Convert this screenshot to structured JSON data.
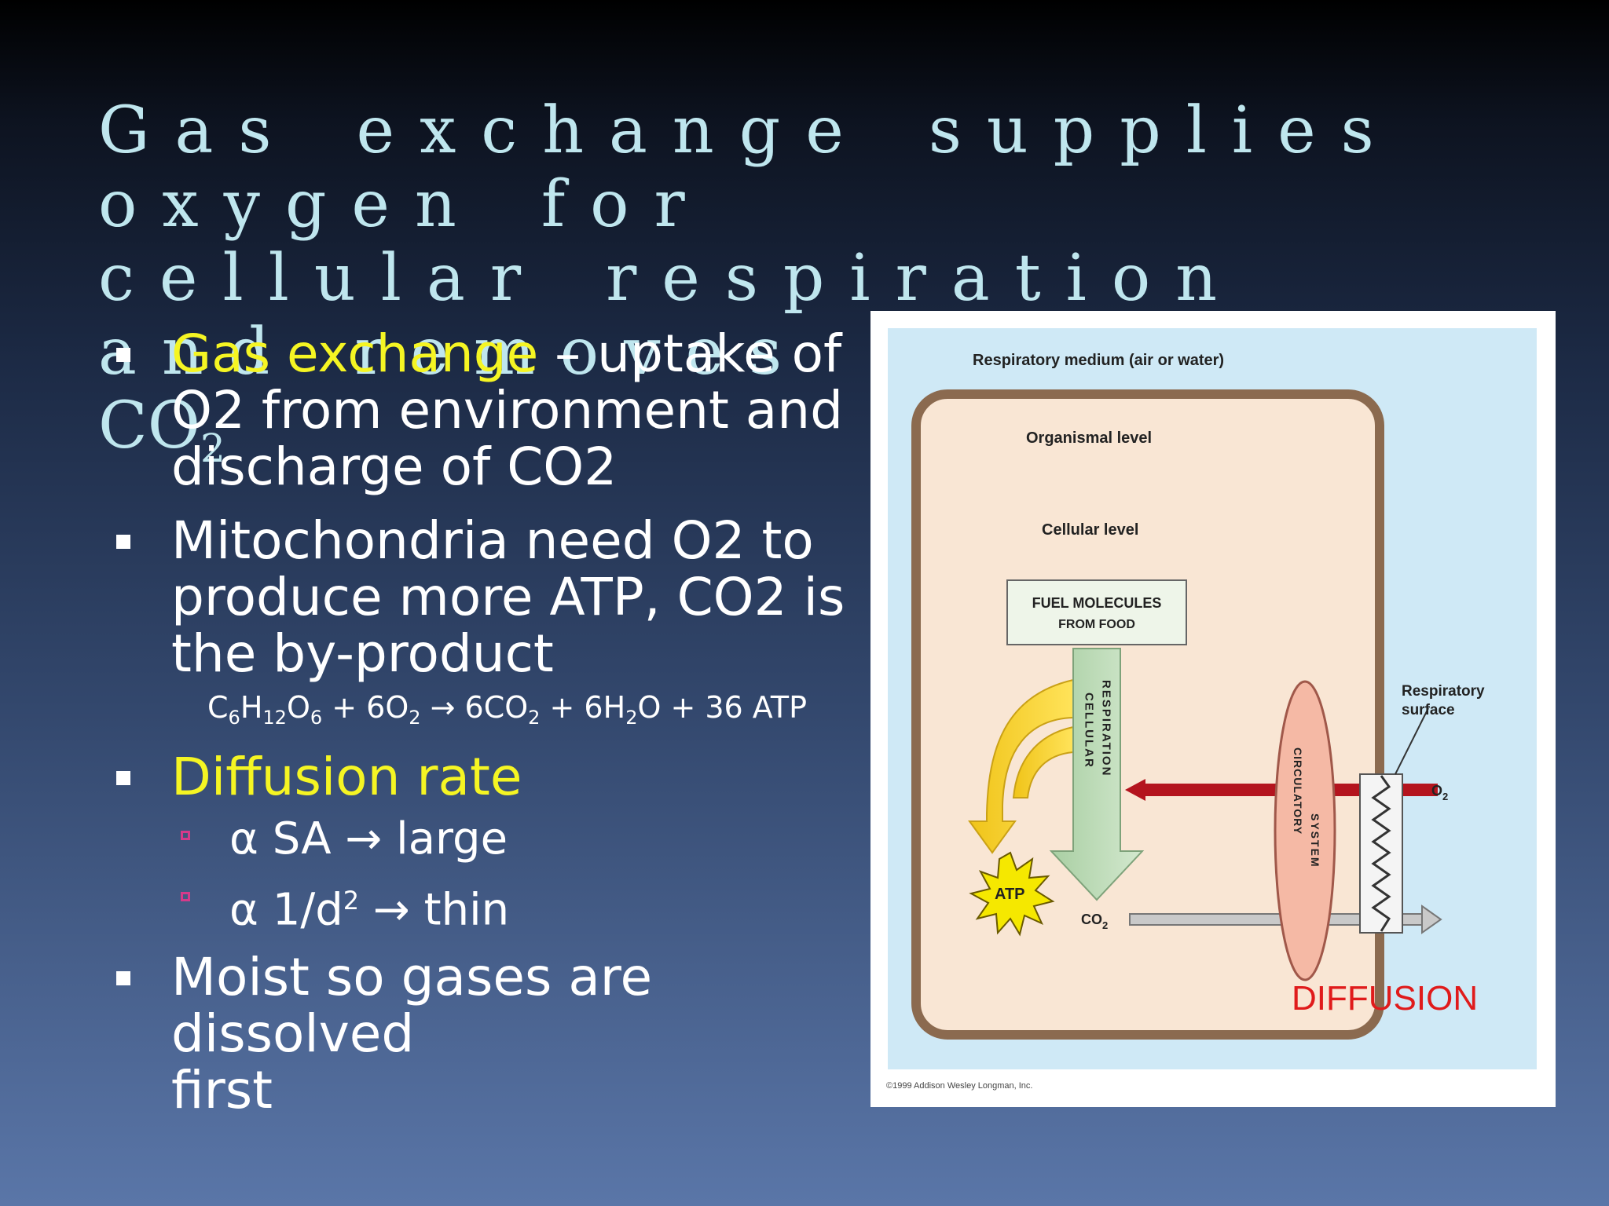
{
  "title": {
    "line1": "Gas exchange supplies oxygen for",
    "line2": "cellular respiration and removes",
    "line3_main": "CO",
    "line3_sub": "2"
  },
  "bullets": {
    "b1_highlight": "Gas exchange",
    "b1_rest_l1": " – uptake of",
    "b1_rest_l2": "O2 from environment and",
    "b1_rest_l3": "discharge of CO2",
    "b2_l1": "Mitochondria need O2 to",
    "b2_l2": "produce more ATP, CO2 is",
    "b2_l3": "the by-product",
    "equation": {
      "c": "C",
      "c_sub": "6",
      "h": "H",
      "h_sub": "12",
      "o": "O",
      "o_sub": "6",
      "plus1": " + 6O",
      "o2_sub": "2",
      "arrow": " → 6CO",
      "co2_sub": "2",
      "plus2": " + 6H",
      "h2_sub": "2",
      "tail": "O + 36 ATP"
    },
    "b3": "Diffusion rate",
    "sub1": "α SA → large",
    "sub2_pre": "α 1/d",
    "sub2_sup": "2",
    "sub2_post": " → thin",
    "b4_l1": "Moist so gases are dissolved",
    "b4_l2": "first"
  },
  "figure": {
    "medium": "Respiratory medium (air or water)",
    "organismal": "Organismal level",
    "cellular": "Cellular level",
    "fuel_l1": "FUEL MOLECULES",
    "fuel_l2": "FROM FOOD",
    "cellular_vert": "CELLULAR",
    "respiration_vert": "RESPIRATION",
    "circulatory_vert": "CIRCULATORY",
    "system_vert": "SYSTEM",
    "surface_l1": "Respiratory",
    "surface_l2": "surface",
    "o2": "O",
    "o2_sub": "2",
    "co2": "CO",
    "co2_sub": "2",
    "atp": "ATP",
    "diffusion": "DIFFUSION",
    "copyright": "©1999 Addison Wesley Longman, Inc."
  },
  "colors": {
    "title": "#bfe6ee",
    "highlight": "#f5f523",
    "diagram_bg": "#cfe9f6",
    "cell_fill": "#f9e6d4",
    "cell_border": "#8b6a4f",
    "o2_arrow": "#b4141e",
    "diffusion_label": "#e01b1b"
  }
}
